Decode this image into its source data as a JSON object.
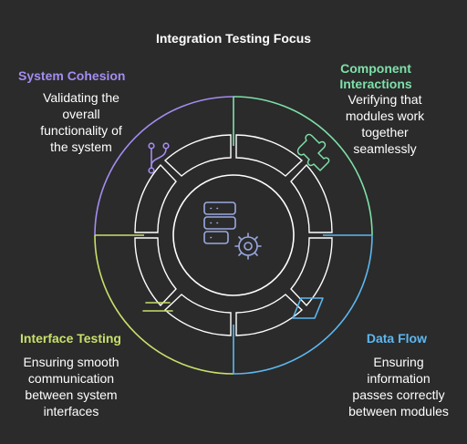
{
  "title": "Integration Testing Focus",
  "colors": {
    "background": "#2b2b2b",
    "system_cohesion": "#a48cf0",
    "component_interactions": "#7ee0a8",
    "interface_testing": "#c8e06a",
    "data_flow": "#5cb8f0",
    "center": "#9aa8e0"
  },
  "segments": [
    {
      "heading": "System Cohesion",
      "lines": [
        "Validating the",
        "overall",
        "functionality of",
        "the system"
      ],
      "icon": "branch-icon"
    },
    {
      "heading_lines": [
        "Component",
        "Interactions"
      ],
      "lines": [
        "Verifying that",
        "modules work",
        "together",
        "seamlessly"
      ],
      "icon": "puzzle-icon"
    },
    {
      "heading": "Interface Testing",
      "lines": [
        "Ensuring smooth",
        "communication",
        "between system",
        "interfaces"
      ],
      "icon": "equals-icon"
    },
    {
      "heading": "Data Flow",
      "lines": [
        "Ensuring",
        "information",
        "passes correctly",
        "between modules"
      ],
      "icon": "parallelogram-icon"
    }
  ],
  "center_icon": "server-gear-icon"
}
